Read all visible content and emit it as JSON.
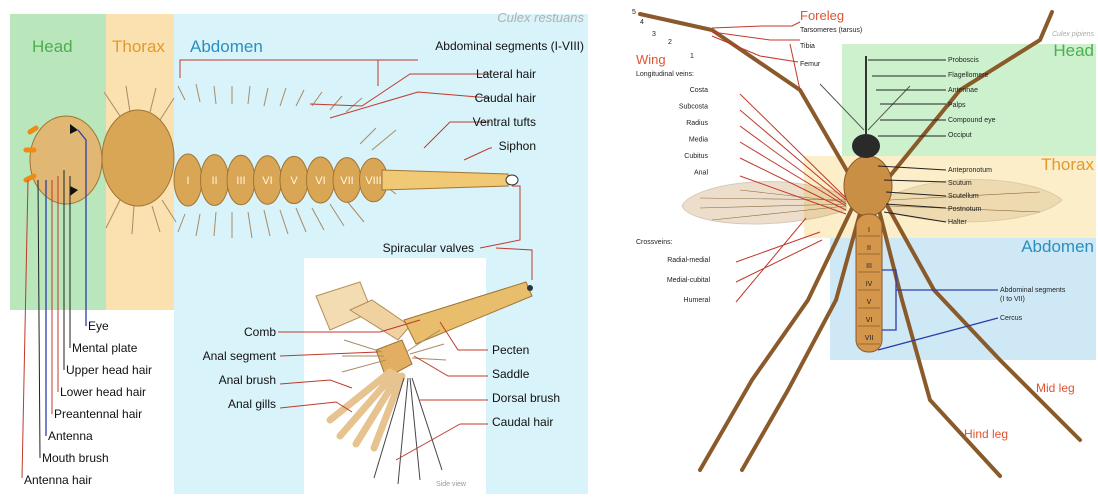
{
  "left": {
    "species": "Culex restuans",
    "regions": {
      "head": "Head",
      "thorax": "Thorax",
      "abdomen": "Abdomen"
    },
    "segment_numbers": [
      "I",
      "II",
      "III",
      "VI",
      "V",
      "VI",
      "VII",
      "VIII"
    ],
    "right_labels": [
      "Abdominal segments (I-VIII)",
      "Lateral hair",
      "Caudal hair",
      "Ventral tufts",
      "Siphon",
      "Spiracular valves"
    ],
    "left_labels": [
      "Eye",
      "Mental plate",
      "Upper head hair",
      "Lower head hair",
      "Preantennal hair",
      "Antenna",
      "Mouth brush",
      "Antenna hair"
    ],
    "inset_left_labels": [
      "Comb",
      "Anal segment",
      "Anal brush",
      "Anal gills"
    ],
    "inset_right_labels": [
      "Pecten",
      "Saddle",
      "Dorsal brush",
      "Caudal hair"
    ],
    "inset_caption": "Side view"
  },
  "right": {
    "species": "Culex pipiens",
    "regions": {
      "head": "Head",
      "thorax": "Thorax",
      "abdomen": "Abdomen"
    },
    "foreleg": {
      "title": "Foreleg",
      "tarsomeres": "Tarsomeres (tarsus)",
      "tibia": "Tibia",
      "femur": "Femur",
      "tarsus_numbers": [
        "5",
        "4",
        "3",
        "2",
        "1"
      ]
    },
    "wing": {
      "title": "Wing",
      "subtitle": "Longitudinal veins:",
      "veins": [
        "Costa",
        "Subcosta",
        "Radius",
        "Media",
        "Cubitus",
        "Anal"
      ]
    },
    "crossveins": {
      "title": "Crossveins:",
      "items": [
        "Radial-medial",
        "Medial-cubital",
        "Humeral"
      ]
    },
    "head_parts": [
      "Proboscis",
      "Flagellomere",
      "Antennae",
      "Palps",
      "Compound eye",
      "Occiput"
    ],
    "thorax_parts": [
      "Antepronotum",
      "Scutum",
      "Scutellum",
      "Postnotum",
      "Halter"
    ],
    "abdomen_parts": [
      "Abdominal segments",
      "(I to VII)",
      "Cercus"
    ],
    "segment_numbers": [
      "I",
      "II",
      "III",
      "IV",
      "V",
      "VI",
      "VII"
    ],
    "leg_labels": {
      "mid": "Mid leg",
      "hind": "Hind leg"
    }
  },
  "colors": {
    "head": "#b9e6bb",
    "thorax": "#fbe0b0",
    "abdomen": "#d8f3fa",
    "body": "#d9a656",
    "leader": "#c0392b",
    "accent_red": "#e2532f",
    "head_text": "#4caf50",
    "thorax_text": "#e39a2d",
    "abdomen_text": "#2a8fbf"
  }
}
